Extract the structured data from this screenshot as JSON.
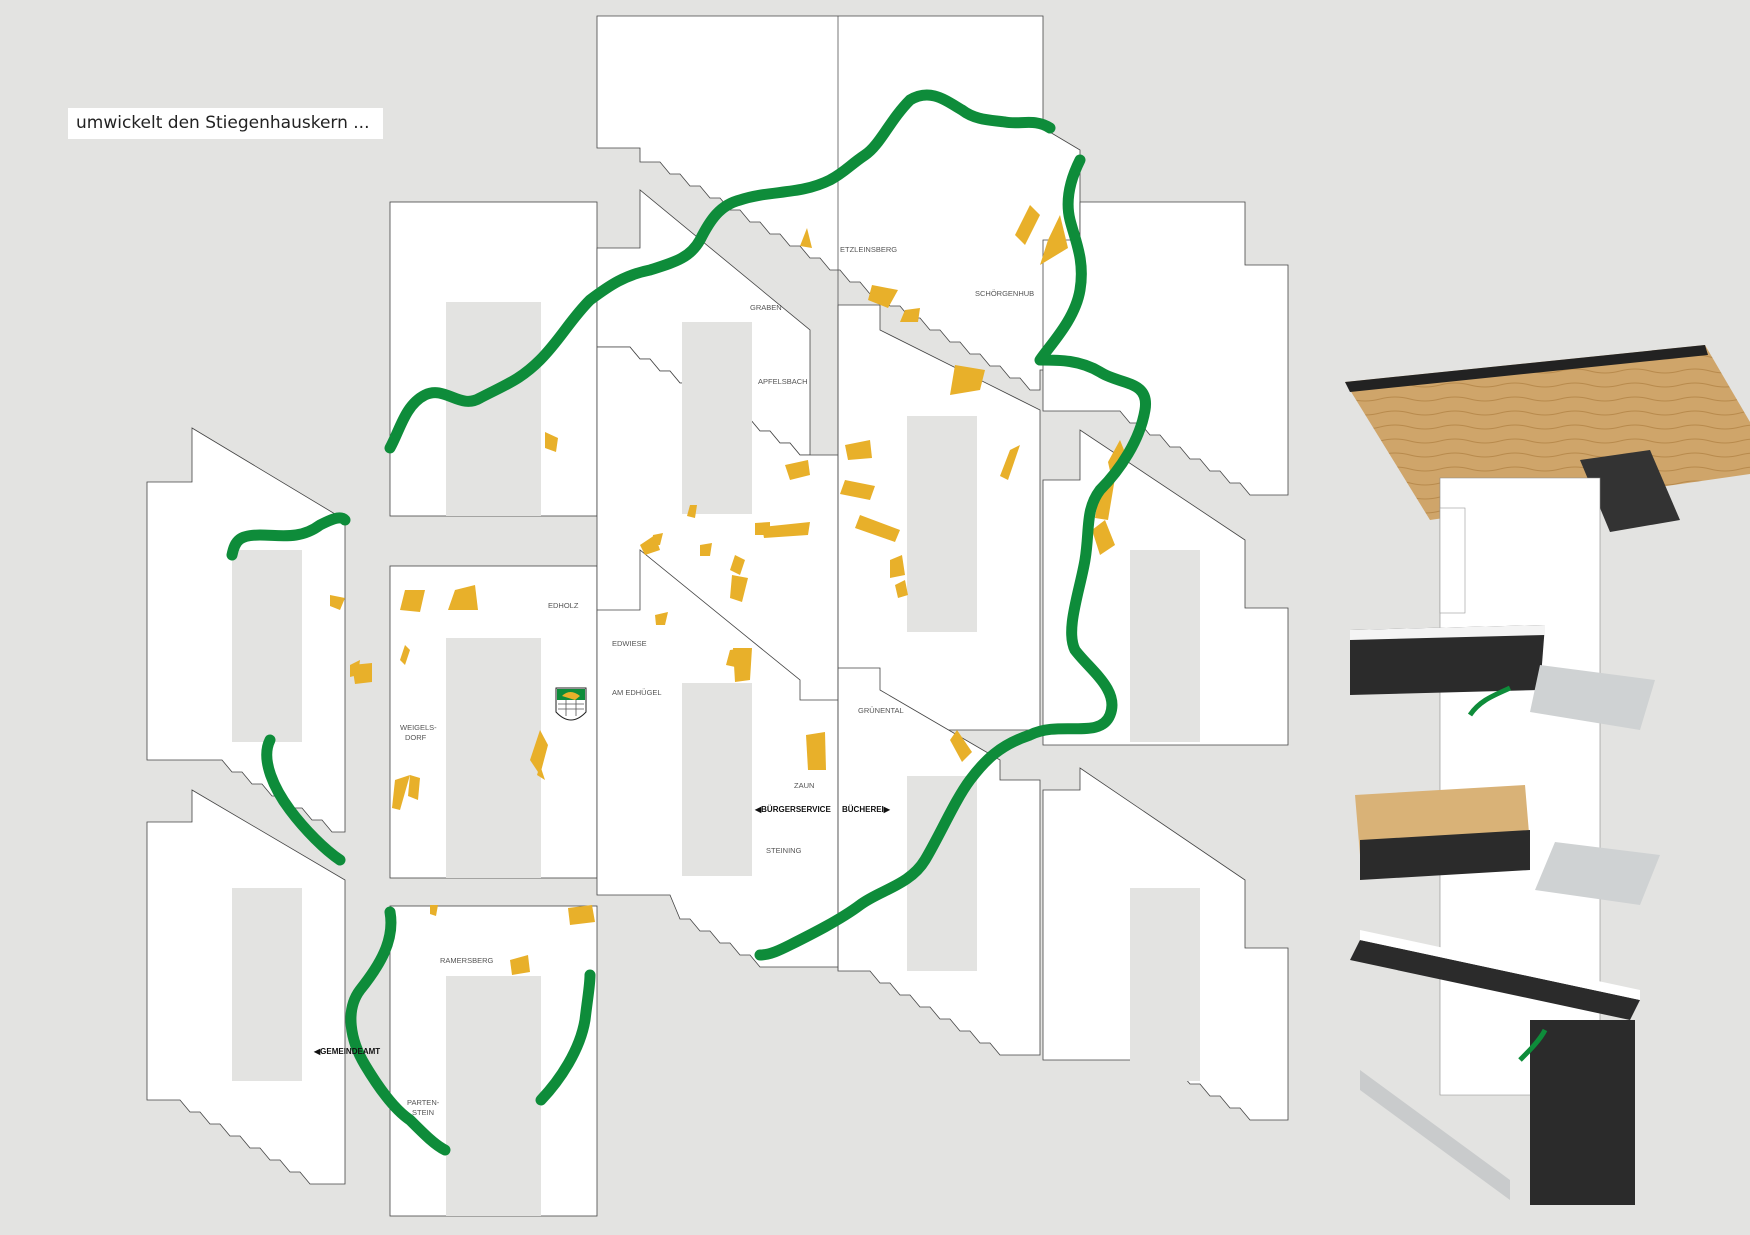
{
  "caption": "umwickelt den Stiegenhauskern ...",
  "colors": {
    "background": "#e3e3e1",
    "wall": "#ffffff",
    "core": "#e3e3e1",
    "river": "#0e8c3a",
    "fields": "#e8b02a",
    "slab_dark": "#2b2b2b",
    "wood": "#d9b277"
  },
  "places": {
    "etzleinsberg": "ETZLEINSBERG",
    "schoergenhub": "SCHÖRGENHUB",
    "graben": "GRABEN",
    "apfelsbach": "APFELSBACH",
    "edholz": "EDHOLZ",
    "edwiese": "EDWIESE",
    "am_edhuegel": "AM EDHÜGEL",
    "weigelsdorf_1": "WEIGELS-",
    "weigelsdorf_2": "DORF",
    "gruenental": "GRÜNENTAL",
    "zaun": "ZAUN",
    "steining": "STEINING",
    "ramersberg": "RAMERSBERG",
    "partenstein_1": "PARTEN-",
    "partenstein_2": "STEIN"
  },
  "signs": {
    "buergerservice": "◀BÜRGERSERVICE",
    "buecherei": "BÜCHEREI▶",
    "gemeindeamt": "◀GEMEINDEAMT"
  },
  "icons": {
    "coat_of_arms": "coat-of-arms-icon"
  }
}
